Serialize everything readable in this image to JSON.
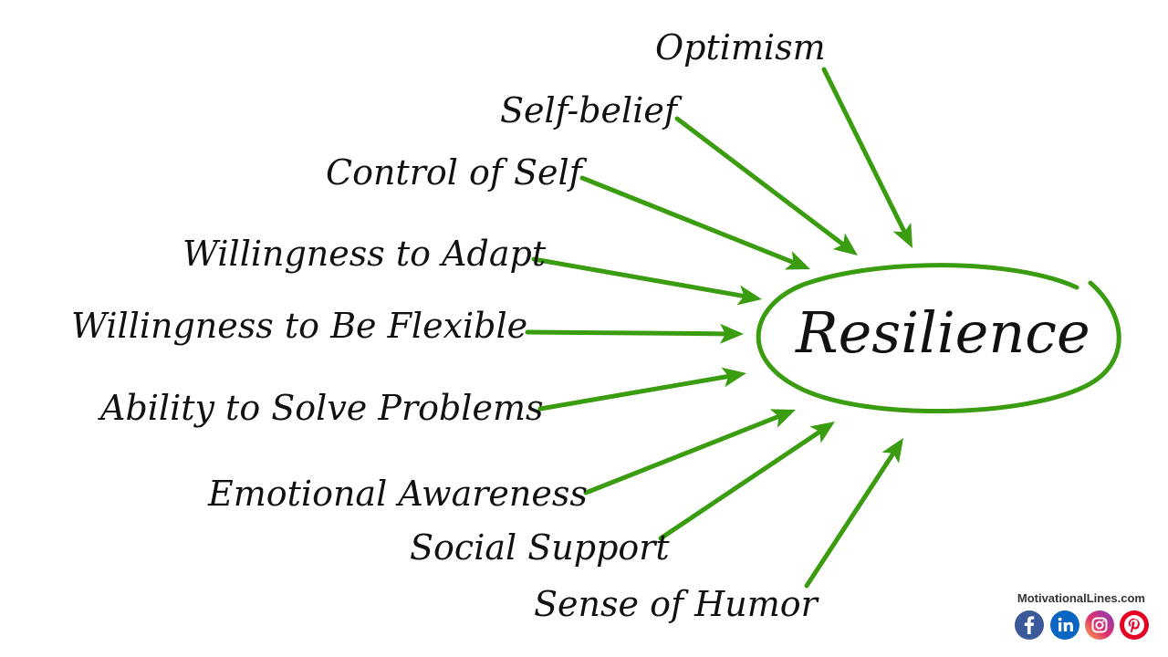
{
  "center": {
    "label": "Resilience"
  },
  "factors": [
    {
      "label": "Optimism"
    },
    {
      "label": "Self-belief"
    },
    {
      "label": "Control of Self"
    },
    {
      "label": "Willingness to Adapt"
    },
    {
      "label": "Willingness to Be Flexible"
    },
    {
      "label": "Ability to Solve Problems"
    },
    {
      "label": "Emotional Awareness"
    },
    {
      "label": "Social Support"
    },
    {
      "label": "Sense of Humor"
    }
  ],
  "footer": {
    "website": "MotivationalLines.com",
    "social_icons": [
      "facebook-icon",
      "linkedin-icon",
      "instagram-icon",
      "pinterest-icon"
    ]
  },
  "colors": {
    "arrow": "#3a9c0f",
    "text": "#111111",
    "facebook": "#3b5998",
    "linkedin": "#0a66c2",
    "instagram": "#d6249f",
    "pinterest": "#e60023"
  }
}
